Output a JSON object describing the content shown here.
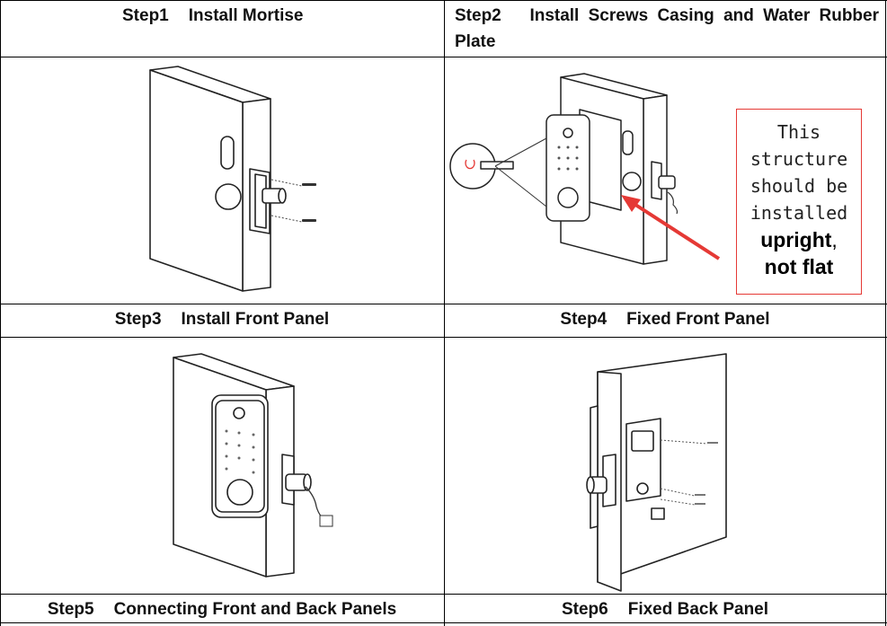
{
  "steps": [
    {
      "number": "Step1",
      "title": "Install Mortise"
    },
    {
      "number": "Step2",
      "title": "Install Screws Casing and Water Rubber",
      "title_line2": "Plate"
    },
    {
      "number": "Step3",
      "title": "Install Front Panel"
    },
    {
      "number": "Step4",
      "title": "Fixed Front Panel"
    },
    {
      "number": "Step5",
      "title": "Connecting Front and Back Panels"
    },
    {
      "number": "Step6",
      "title": "Fixed Back Panel"
    }
  ],
  "note": {
    "lines": [
      "This",
      "structure",
      "should be",
      "installed"
    ],
    "bold1": "upright",
    "comma": ",",
    "bold2": "not flat",
    "border_color": "#e53935",
    "arrow_color": "#e53935"
  }
}
